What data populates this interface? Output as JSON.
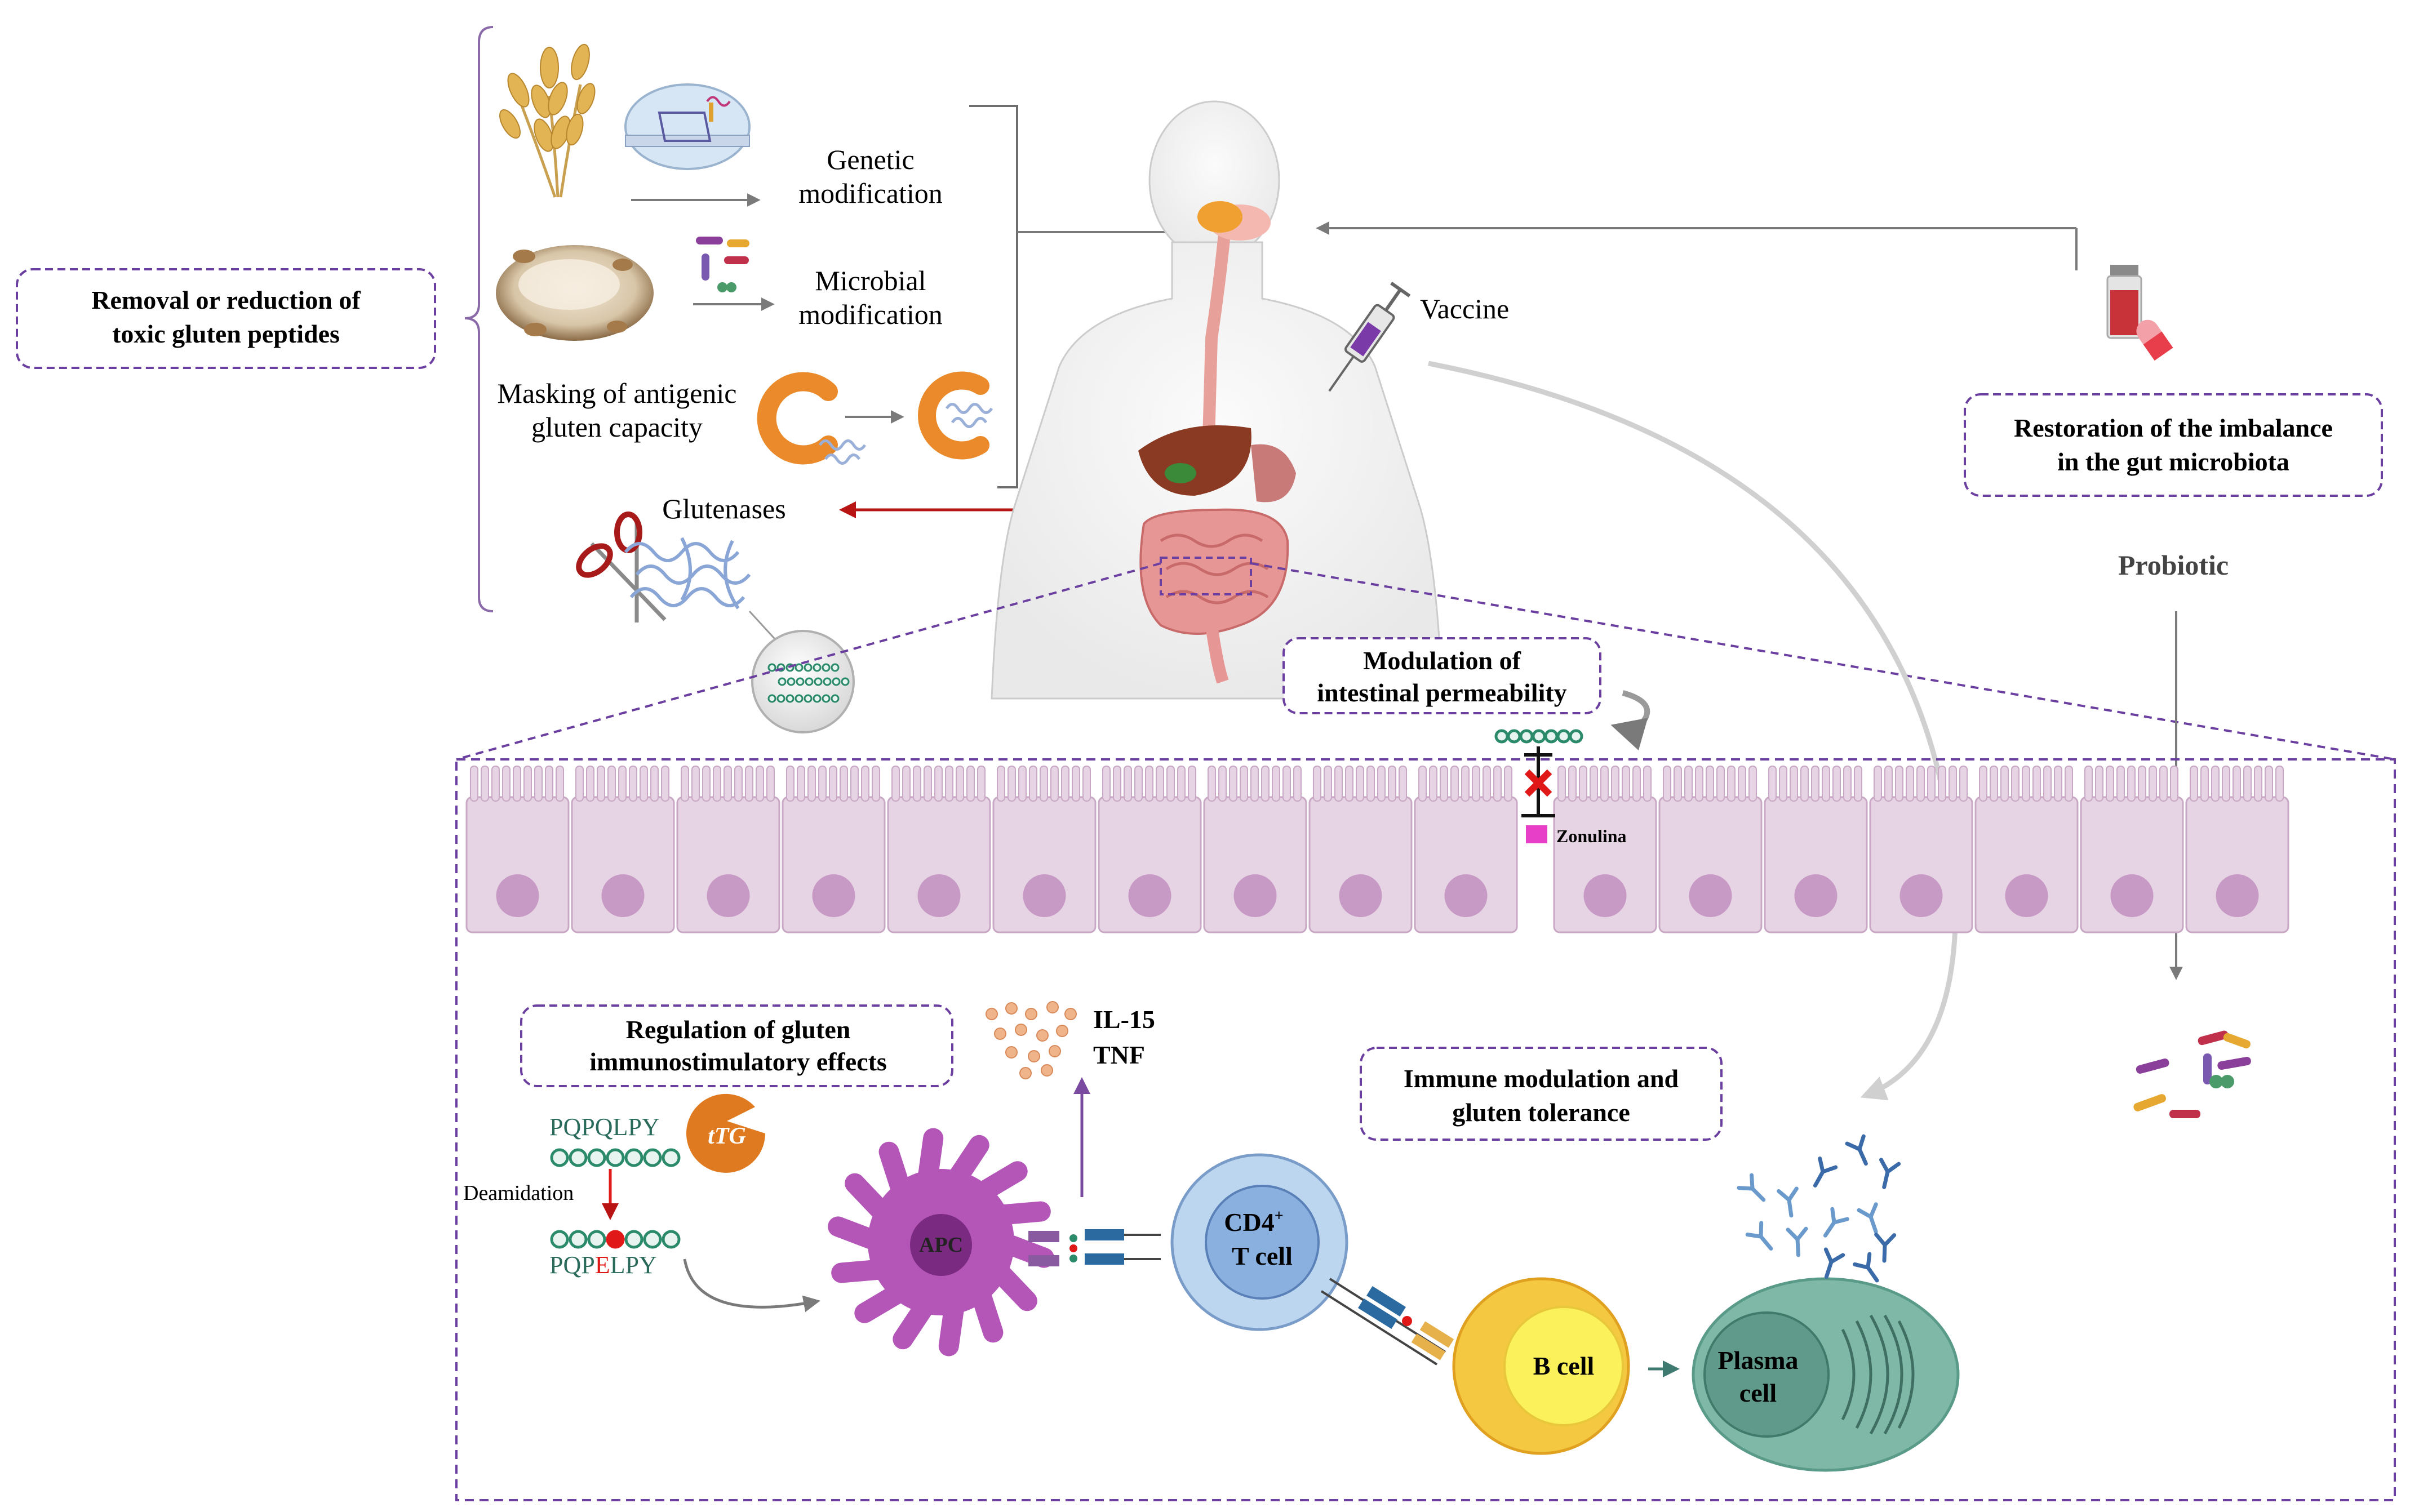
{
  "labels": {
    "removal_box": [
      "Removal or reduction of",
      "toxic gluten peptides"
    ],
    "genetic": [
      "Genetic",
      "modification"
    ],
    "microbial": [
      "Microbial",
      "modification"
    ],
    "masking": [
      "Masking of antigenic",
      "gluten capacity"
    ],
    "glutenases": "Glutenases",
    "vaccine": "Vaccine",
    "restoration_box": [
      "Restoration of the imbalance",
      "in the gut microbiota"
    ],
    "probiotic": "Probiotic",
    "permeability_box": [
      "Modulation of",
      "intestinal permeability"
    ],
    "zonulina": "Zonulina",
    "regulation_box": [
      "Regulation of gluten",
      "immunostimulatory effects"
    ],
    "cytokines": [
      "IL-15",
      "TNF"
    ],
    "immune_box": [
      "Immune modulation and",
      "gluten tolerance"
    ],
    "peptide_native": "PQPQLPY",
    "peptide_deamidated_prefix": "PQP",
    "peptide_deamidated_mark": "E",
    "peptide_deamidated_suffix": "LPY",
    "deamidation": "Deamidation",
    "ttg": "tTG",
    "apc": "APC",
    "cd4_line1": "CD4",
    "cd4_sup": "+",
    "cd4_line2": "T cell",
    "bcell": "B cell",
    "plasma": [
      "Plasma",
      "cell"
    ]
  },
  "colors": {
    "box_border": "#6b3fa0",
    "red_arrow": "#b81414",
    "epithelium": "#e6d3e3",
    "nucleus": "#c79ac6",
    "apc": "#b455b8",
    "tcell": "#9cc0e8",
    "bcell": "#f5c842",
    "plasma": "#7fb8a6",
    "zonulin": "#e83fc8"
  }
}
